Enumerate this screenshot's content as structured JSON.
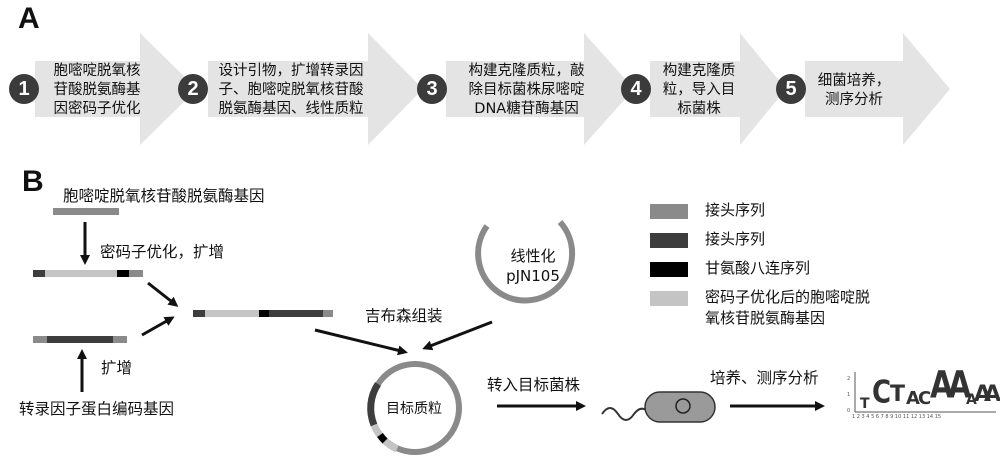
{
  "panel_a": {
    "letter": "A",
    "steps": [
      {
        "num": "1",
        "lines": [
          "胞嘧啶脱氧核",
          "苷酸脱氨酶基",
          "因密码子优化"
        ]
      },
      {
        "num": "2",
        "lines": [
          "设计引物，扩增转录因",
          "子、胞嘧啶脱氧核苷酸",
          "脱氨酶基因、线性质粒"
        ]
      },
      {
        "num": "3",
        "lines": [
          "构建克隆质粒，敲",
          "除目标菌株尿嘧啶",
          "DNA糖苷酶基因"
        ]
      },
      {
        "num": "4",
        "lines": [
          "构建克隆质",
          "粒，导入目",
          "标菌株"
        ]
      },
      {
        "num": "5",
        "lines": [
          "细菌培养，",
          "测序分析"
        ]
      }
    ]
  },
  "panel_b": {
    "letter": "B",
    "cda_gene": "胞嘧啶脱氧核苷酸脱氨酶基因",
    "codon_opt_amplify": "密码子优化，扩增",
    "amplify": "扩增",
    "tf_gene": "转录因子蛋白编码基因",
    "linear_plasmid": [
      "线性化",
      "pJN105"
    ],
    "gibson": "吉布森组装",
    "target_plasmid": "目标质粒",
    "transform": "转入目标菌株",
    "culture": "培养、测序分析",
    "logo_letters": [
      "T",
      "C",
      "T",
      "A",
      "C",
      "A",
      "A",
      "A",
      "A",
      "A"
    ]
  },
  "legend": [
    {
      "color": "#8a8a8a",
      "label": [
        "接头序列"
      ]
    },
    {
      "color": "#3d3d3d",
      "label": [
        "接头序列"
      ]
    },
    {
      "color": "#000000",
      "label": [
        "甘氨酸八连序列"
      ]
    },
    {
      "color": "#c4c4c4",
      "label": [
        "密码子优化后的胞嘧啶脱",
        "氧核苷脱氨酶基因"
      ]
    }
  ],
  "colors": {
    "arrow_fill": "#e4e4e4",
    "num_badge": "#3b3b3b",
    "cda_segment": "#c4c4c4",
    "tf_segment": "#3d3d3d",
    "linker": "#8a8a8a",
    "gly8": "#000000"
  }
}
